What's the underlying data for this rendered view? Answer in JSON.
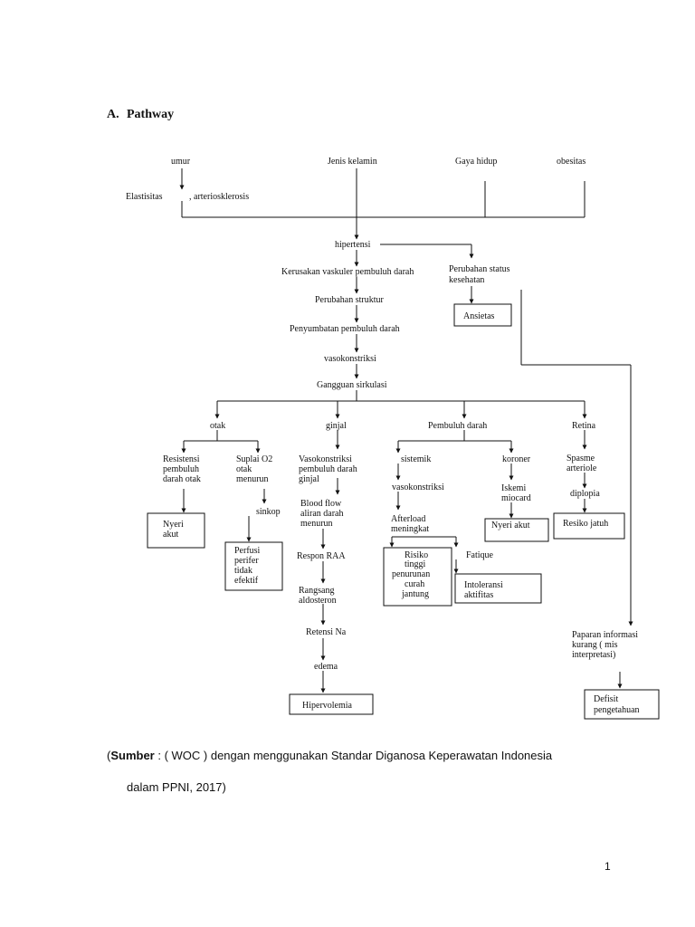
{
  "heading": {
    "number": "A.",
    "title": "Pathway"
  },
  "nodes": {
    "umur": "umur",
    "jenis_kelamin": "Jenis kelamin",
    "gaya_hidup": "Gaya hidup",
    "obesitas": "obesitas",
    "elastisitas": "Elastisitas",
    "arteriosklerosis": ", arteriosklerosis",
    "hipertensi": "hipertensi",
    "kerusakan": "Kerusakan vaskuler pembuluh darah",
    "perubahan_status_1": "Perubahan status",
    "perubahan_status_2": "kesehatan",
    "ansietas": "Ansietas",
    "perubahan_struktur": "Perubahan struktur",
    "penyumbatan": "Penyumbatan pembuluh darah",
    "vasokonstriksi": "vasokonstriksi",
    "gangguan_sirkulasi": "Gangguan sirkulasi",
    "otak": "otak",
    "ginjal": "ginjal",
    "pembuluh_darah": "Pembuluh darah",
    "retina": "Retina",
    "resistensi_1": "Resistensi",
    "resistensi_2": "pembuluh",
    "resistensi_3": "darah otak",
    "suplai_1": "Suplai O2",
    "suplai_2": "otak",
    "suplai_3": "menurun",
    "vaso_ginjal_1": "Vasokonstriksi",
    "vaso_ginjal_2": "pembuluh darah",
    "vaso_ginjal_3": "ginjal",
    "sistemik": "sistemik",
    "koroner": "koroner",
    "spasme_1": "Spasme",
    "spasme_2": "arteriole",
    "blood_flow_1": "Blood flow",
    "blood_flow_2": "aliran darah",
    "blood_flow_3": "menurun",
    "vaso_sistemik": "vasokonstriksi",
    "iskemi_1": "Iskemi",
    "iskemi_2": "miocard",
    "diplopia": "diplopia",
    "sinkop": "sinkop",
    "afterload_1": "Afterload",
    "afterload_2": "meningkat",
    "nyeri_akut_1_a": "Nyeri",
    "nyeri_akut_1_b": "akut",
    "nyeri_akut_2": "Nyeri akut",
    "resiko_jatuh": "Resiko jatuh",
    "perfusi_1": "Perfusi",
    "perfusi_2": "perifer",
    "perfusi_3": "tidak",
    "perfusi_4": "efektif",
    "respon_raa": "Respon RAA",
    "risiko_1": "Risiko",
    "risiko_2": "tinggi",
    "risiko_3": "penurunan",
    "risiko_4": "curah",
    "risiko_5": "jantung",
    "fatique": "Fatique",
    "intoleransi_1": "Intoleransi",
    "intoleransi_2": "aktifitas",
    "rangsang_1": "Rangsang",
    "rangsang_2": "aldosteron",
    "paparan_1": "Paparan informasi",
    "paparan_2": "kurang ( mis",
    "paparan_3": "interpretasi)",
    "retensi": "Retensi Na",
    "edema": "edema",
    "hipervolemia": "Hipervolemia",
    "defisit_1": "Defisit",
    "defisit_2": "pengetahuan"
  },
  "source": {
    "label": "Sumber",
    "line1_rest": " : ( WOC ) dengan menggunakan Standar Diganosa Keperawatan Indonesia",
    "line2": "dalam PPNI, 2017)"
  },
  "page_number": "1"
}
